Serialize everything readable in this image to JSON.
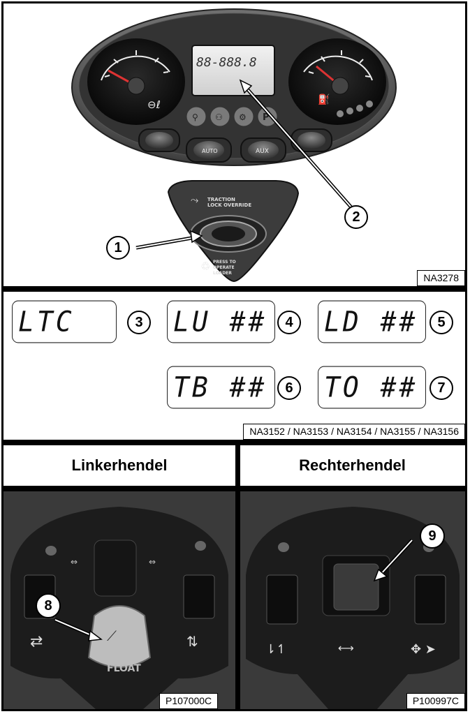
{
  "panel1": {
    "figure_label": "NA3278",
    "display_digits": "88-888.8",
    "override_text_1": "TRACTION",
    "override_text_2": "LOCK OVERRIDE",
    "press_text_1": "PRESS TO",
    "press_text_2": "OPERATE",
    "press_text_3": "LOADER",
    "aux_label": "AUX",
    "auto_label": "AUTO",
    "callouts": [
      "1",
      "2"
    ]
  },
  "panel2": {
    "figure_label": "NA3152 / NA3153 / NA3154 / NA3155 / NA3156",
    "codes": [
      {
        "text": "LTC",
        "callout": "3"
      },
      {
        "text": "LU ##",
        "callout": "4"
      },
      {
        "text": "LD ##",
        "callout": "5"
      },
      {
        "text": "TB ##",
        "callout": "6"
      },
      {
        "text": "TO ##",
        "callout": "7"
      }
    ]
  },
  "panel3": {
    "left_header": "Linkerhendel",
    "right_header": "Rechterhendel",
    "left_label": "P107000C",
    "right_label": "P100997C",
    "float_text": "FLOAT",
    "callouts": [
      "8",
      "9"
    ]
  }
}
